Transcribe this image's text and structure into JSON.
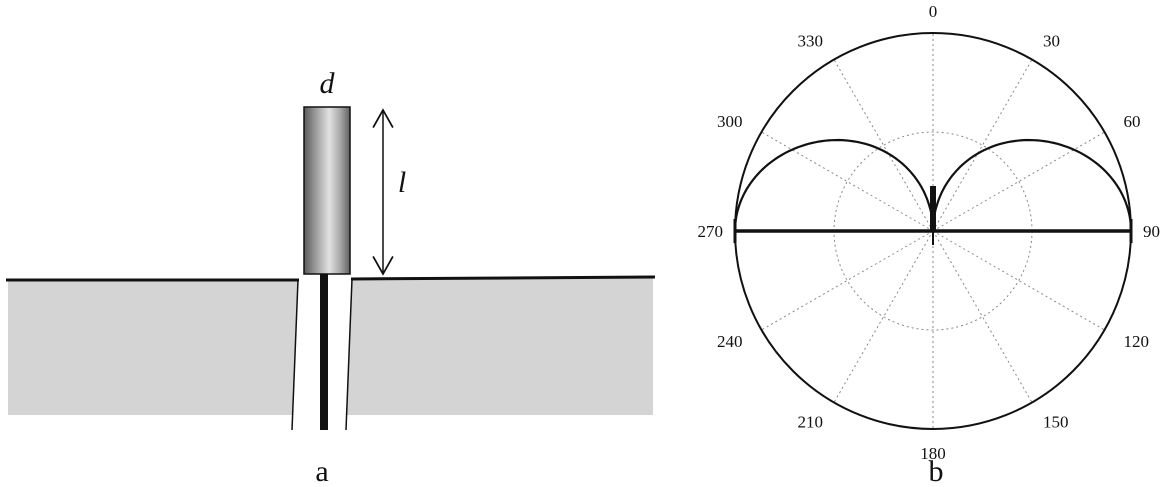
{
  "panel_a": {
    "caption": "a",
    "diameter_label": "d",
    "length_label": "l"
  },
  "panel_b": {
    "caption": "b",
    "angle_labels": [
      "0",
      "30",
      "60",
      "90",
      "120",
      "150",
      "180",
      "210",
      "240",
      "270",
      "300",
      "330"
    ]
  },
  "colors": {
    "ground": "#d4d4d4",
    "line": "#111111",
    "grid": "#888888"
  }
}
